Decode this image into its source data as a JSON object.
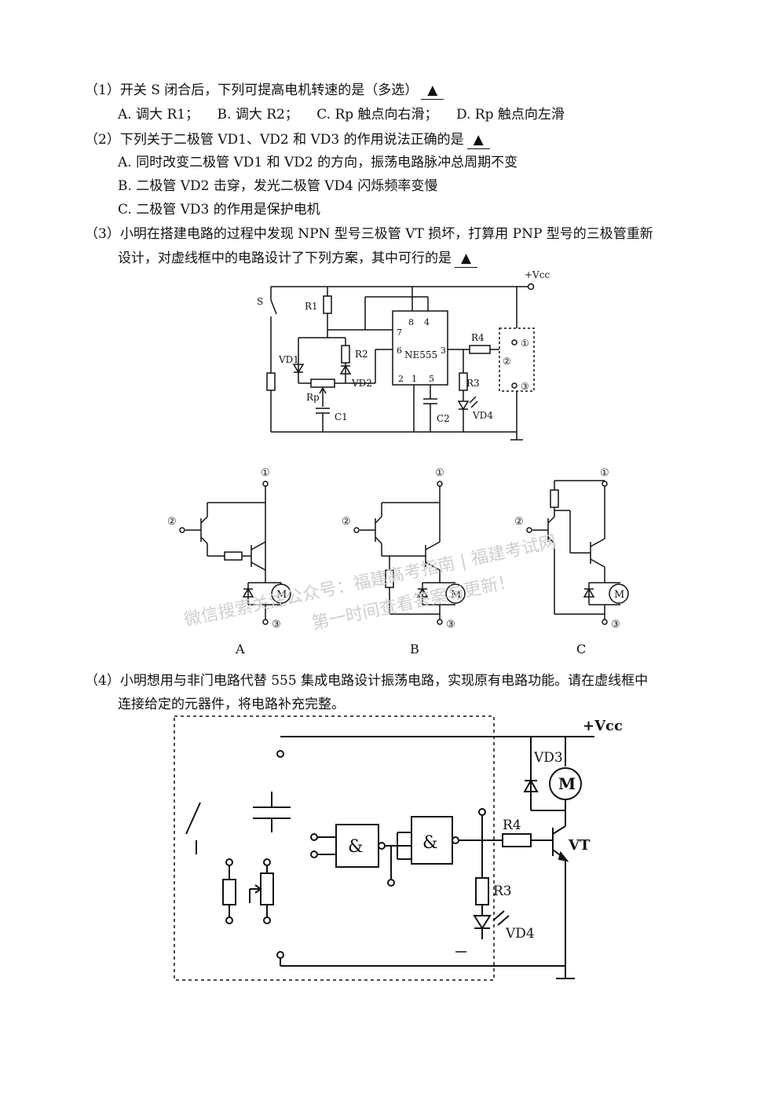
{
  "q1": {
    "text": "（1）开关 S 闭合后，下列可提高电机转速的是（多选）",
    "answer": "▲",
    "options": [
      "A. 调大 R1；",
      "B. 调大 R2；",
      "C. Rp 触点向右滑；",
      "D. Rp 触点向左滑"
    ]
  },
  "q2": {
    "text": "（2）下列关于二极管 VD1、VD2 和 VD3 的作用说法正确的是",
    "answer": "▲",
    "options": [
      "A. 同时改变二极管 VD1 和 VD2 的方向，振荡电路脉冲总周期不变",
      "B. 二极管 VD2 击穿，发光二极管 VD4 闪烁频率变慢",
      "C. 二极管 VD3 的作用是保护电机"
    ]
  },
  "q3": {
    "line1": "（3）小明在搭建电路的过程中发现 NPN 型号三极管 VT 损坏，打算用 PNP 型号的三极管重新",
    "line2": "设计，对虚线框中的电路设计了下列方案，其中可行的是",
    "answer": "▲"
  },
  "q4": {
    "line1": "（4）小明想用与非门电路代替 555 集成电路设计振荡电路，实现原有电路功能。请在虚线框中",
    "line2": "连接给定的元器件，将电路补充完整。"
  },
  "circuit1": {
    "vcc": "+Vcc",
    "s": "S",
    "r1": "R1",
    "r2": "R2",
    "vd1": "VD1",
    "vd2": "VD2",
    "rp": "Rp",
    "c1": "C1",
    "chip": "NE555",
    "pin7": "7",
    "pin8": "8",
    "pin4": "4",
    "pin6": "6",
    "pin3": "3",
    "pin2": "2",
    "pin1": "1",
    "pin5": "5",
    "r4": "R4",
    "r3": "R3",
    "c2": "C2",
    "vd4": "VD4",
    "t1": "①",
    "t2": "②",
    "t3": "③"
  },
  "options_circuit": {
    "labelA": "A",
    "labelB": "B",
    "labelC": "C",
    "t1": "①",
    "t2": "②",
    "t3": "③",
    "m": "M"
  },
  "circuit2": {
    "vcc": "+Vcc",
    "vd3": "VD3",
    "m": "M",
    "gate": "&",
    "r4": "R4",
    "vt": "VT",
    "r3": "R3",
    "vd4": "VD4"
  },
  "watermark": {
    "line1": "微信搜索关注公众号：福建高考指南 | 福建考试网",
    "line2": "第一时间查看答案与更新！"
  }
}
